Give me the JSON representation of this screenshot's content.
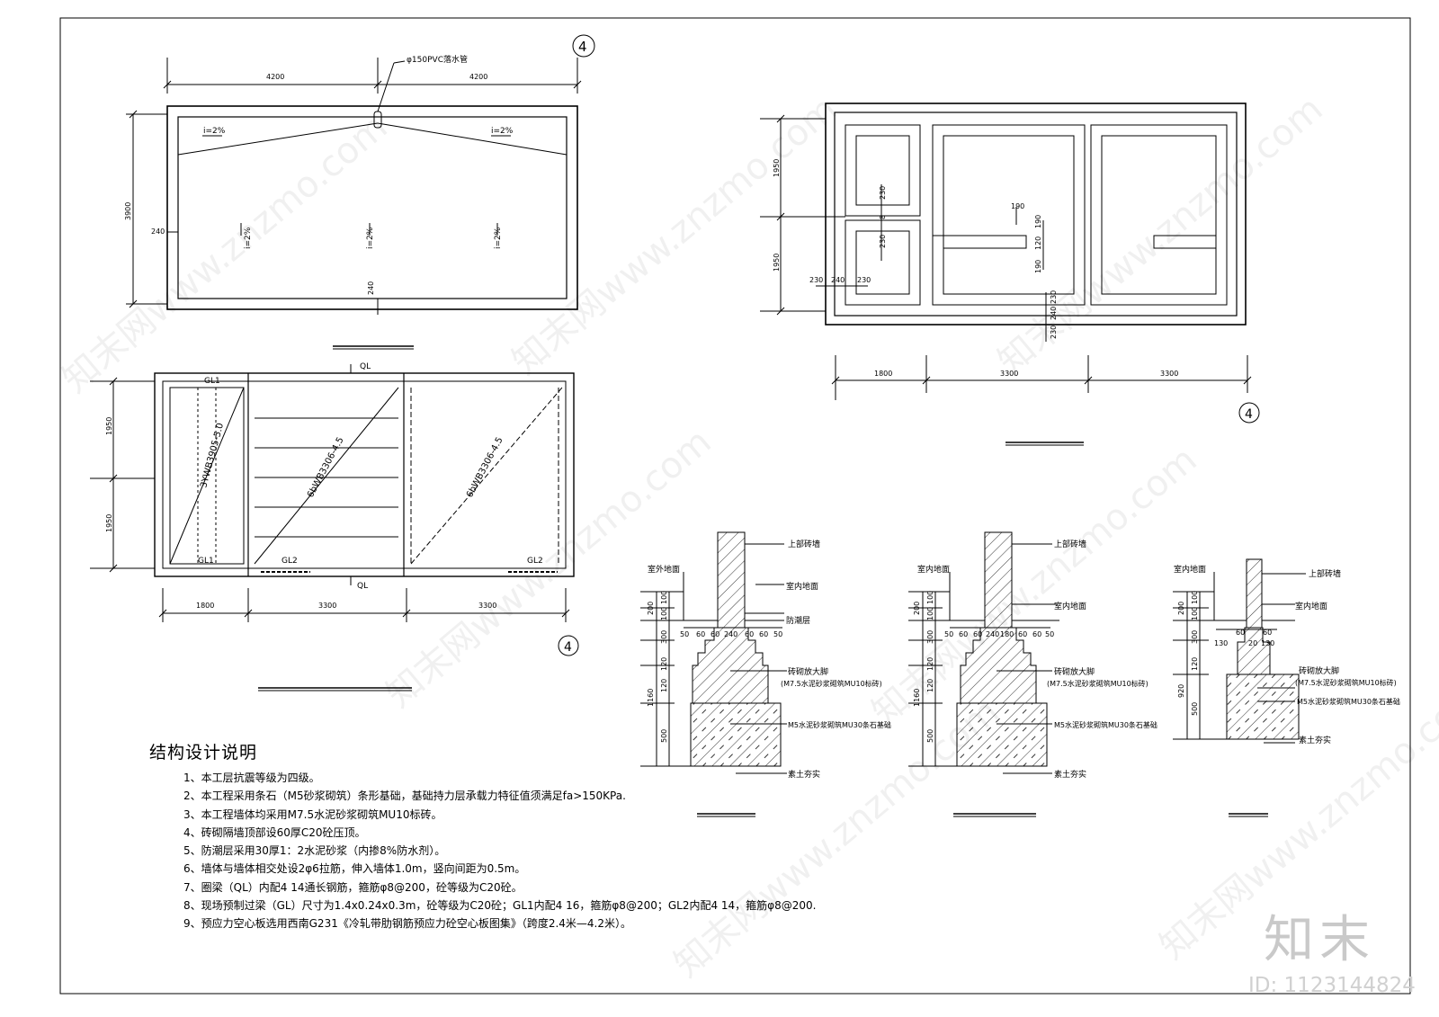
{
  "plan_roof": {
    "dim_top": [
      "4200",
      "4200"
    ],
    "dim_left": "3900",
    "pipe": "φ150PVC落水管",
    "slopes": [
      "i=2%",
      "i=2%",
      "i=2%",
      "i=2%",
      "i=2%"
    ],
    "wall_left": "240",
    "wall_bottom": "240",
    "axis": "4"
  },
  "plan_found": {
    "dims_left": [
      "1950",
      "1950"
    ],
    "dims_bottom": [
      "1800",
      "3300",
      "3300"
    ],
    "small_dims": [
      "230",
      "8",
      "230",
      "230",
      "240",
      "230",
      "190",
      "190",
      "120",
      "190",
      "230",
      "240",
      "230"
    ],
    "axis": "4"
  },
  "plan_slab": {
    "beam_labels": [
      "QL",
      "QL",
      "GL1",
      "GL1",
      "GL2",
      "GL2"
    ],
    "slabs": [
      "3YWB3905-5.0",
      "6bWB3306-4.5",
      "6bWB3306-4.5"
    ],
    "dims_left": [
      "1950",
      "1950"
    ],
    "dims_bottom": [
      "1800",
      "3300",
      "3300"
    ],
    "axis": "4"
  },
  "section1": {
    "labels": [
      "上部砖墙",
      "室外地面",
      "室内地面",
      "防潮层",
      "砖砌放大脚",
      "(M7.5水泥砂浆砌筑MU10标砖)",
      "M5水泥砂浆砌筑MU30条石基础",
      "素土夯实"
    ],
    "dims_left": [
      "200",
      "100",
      "100",
      "300",
      "120",
      "120",
      "1160",
      "500"
    ],
    "dims_top": [
      "50",
      "60",
      "60",
      "240",
      "60",
      "60",
      "50"
    ]
  },
  "section2": {
    "labels": [
      "上部砖墙",
      "室内地面",
      "室内地面",
      "砖砌放大脚",
      "(M7.5水泥砂浆砌筑MU10标砖)",
      "M5水泥砂浆砌筑MU30条石基础",
      "素土夯实"
    ],
    "dims_left": [
      "200",
      "100",
      "100",
      "300",
      "120",
      "120",
      "1160",
      "500"
    ],
    "dims_top": [
      "50",
      "60",
      "60",
      "240",
      "180",
      "60",
      "60",
      "50"
    ]
  },
  "section3": {
    "labels": [
      "室内地面",
      "上部砖墙",
      "室内地面",
      "砖砌放大脚",
      "(M7.5水泥砂浆砌筑MU10标砖)",
      "M5水泥砂浆砌筑MU30条石基础",
      "素土夯实"
    ],
    "dims_left": [
      "200",
      "100",
      "100",
      "300",
      "120",
      "920",
      "500"
    ],
    "dims_top": [
      "60",
      "130",
      "20",
      "130",
      "60"
    ]
  },
  "notes": {
    "title": "结构设计说明",
    "items": [
      "1、本工层抗震等级为四级。",
      "2、本工程采用条石（M5砂浆砌筑）条形基础，基础持力层承载力特征值须满足fa>150KPa.",
      "3、本工程墙体均采用M7.5水泥砂浆砌筑MU10标砖。",
      "4、砖砌隔墙顶部设60厚C20砼压顶。",
      "5、防潮层采用30厚1：2水泥砂浆（内掺8%防水剂）。",
      "6、墙体与墙体相交处设2φ6拉筋，伸入墙体1.0m，竖向间距为0.5m。",
      "7、圈梁（QL）内配4 14通长钢筋，箍筋φ8@200，砼等级为C20砼。",
      "8、现场预制过梁（GL）尺寸为1.4x0.24x0.3m，砼等级为C20砼；GL1内配4 16，箍筋φ8@200；GL2内配4 14，箍筋φ8@200.",
      "9、预应力空心板选用西南G231《冷轧带肋钢筋预应力砼空心板图集》（跨度2.4米—4.2米）。"
    ]
  },
  "branding": {
    "logo": "知末",
    "id": "ID: 1123144824",
    "watermark": "知末网www.znzmo.com"
  }
}
